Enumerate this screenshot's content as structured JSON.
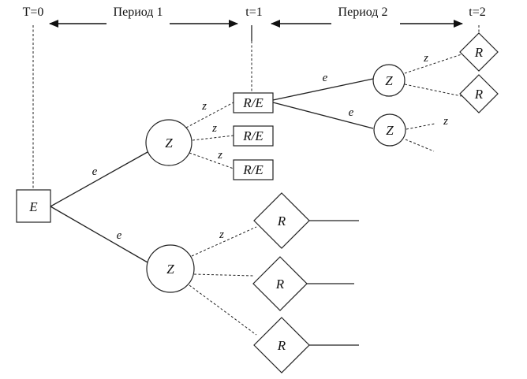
{
  "header": {
    "time_0": "T=0",
    "time_1": "t=1",
    "time_2": "t=2",
    "period_1": "Период 1",
    "period_2": "Период 2"
  },
  "nodes": {
    "root": "E",
    "upper_chance": "Z",
    "lower_chance": "Z",
    "re_1": "R/E",
    "re_2": "R/E",
    "re_3": "R/E",
    "p2_chance_1": "Z",
    "p2_chance_2": "Z",
    "p2_result_1": "R",
    "p2_result_2": "R",
    "lower_result_1": "R",
    "lower_result_2": "R",
    "lower_result_3": "R"
  },
  "edge_labels": {
    "root_to_upper": "e",
    "root_to_lower": "e",
    "upper_to_re1": "z",
    "upper_to_re2": "z",
    "upper_to_re3": "z",
    "lower_to_r1": "z",
    "re1_to_p2_1": "e",
    "re1_to_p2_2": "e",
    "p2_1_to_r": "z",
    "p2_2_branch": "z"
  }
}
